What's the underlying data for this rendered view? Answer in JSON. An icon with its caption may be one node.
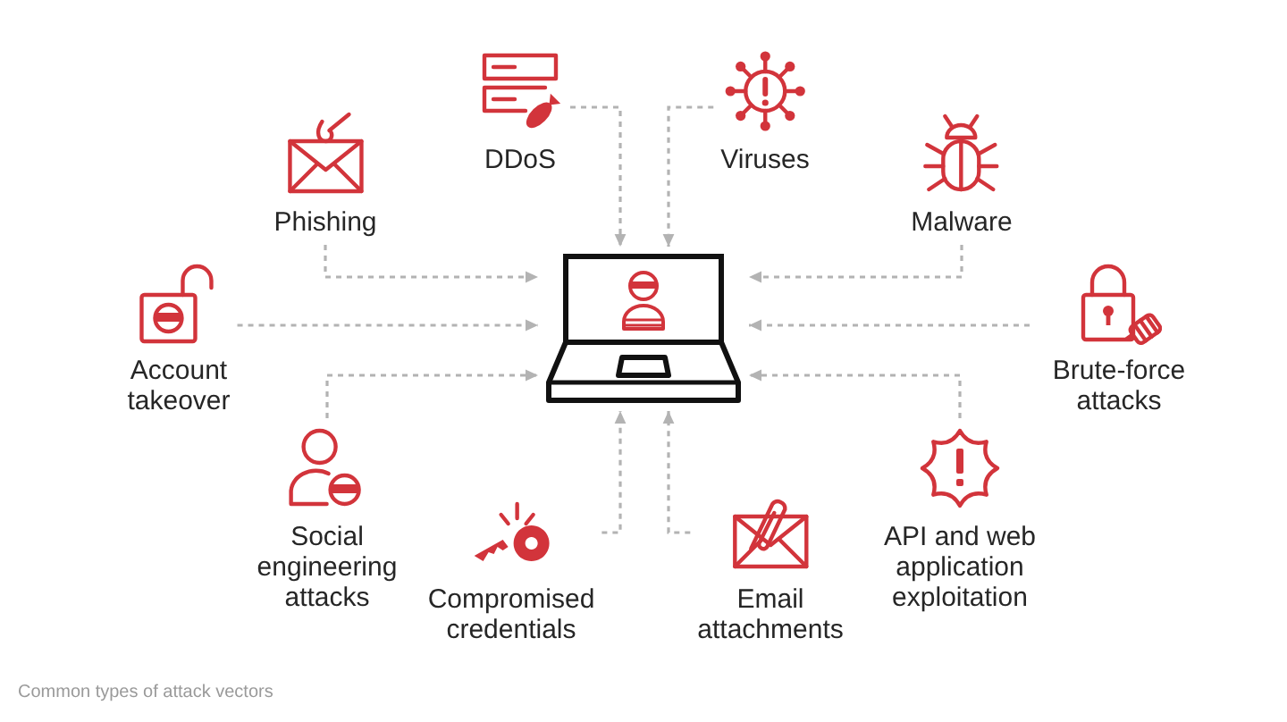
{
  "diagram": {
    "caption": "Common types of attack vectors",
    "nodes": [
      {
        "text": [
          "DDoS"
        ]
      },
      {
        "text": [
          "Viruses"
        ]
      },
      {
        "text": [
          "Phishing"
        ]
      },
      {
        "text": [
          "Malware"
        ]
      },
      {
        "text": [
          "Account takeover"
        ]
      },
      {
        "text": [],
        "shape": "picture"
      },
      {
        "text": [
          "Brute-force attacks"
        ]
      },
      {
        "text": [
          "Social engineering attacks"
        ]
      },
      {
        "text": [
          "API and web application exploitation"
        ]
      },
      {
        "text": [
          "Compromised credentials"
        ]
      },
      {
        "text": [
          "Email attachments"
        ]
      }
    ],
    "edges": [
      {
        "from": 0,
        "to": 5,
        "arrow": "to"
      },
      {
        "from": 1,
        "to": 5,
        "arrow": "to"
      },
      {
        "from": 2,
        "to": 5,
        "arrow": "to"
      },
      {
        "from": 3,
        "to": 5,
        "arrow": "to"
      },
      {
        "from": 4,
        "to": 5,
        "arrow": "to"
      },
      {
        "from": 6,
        "to": 5,
        "arrow": "to"
      },
      {
        "from": 7,
        "to": 5,
        "arrow": "to"
      },
      {
        "from": 8,
        "to": 5,
        "arrow": "to"
      },
      {
        "from": 9,
        "to": 5,
        "arrow": "to"
      },
      {
        "from": 10,
        "to": 5,
        "arrow": "to"
      }
    ]
  }
}
